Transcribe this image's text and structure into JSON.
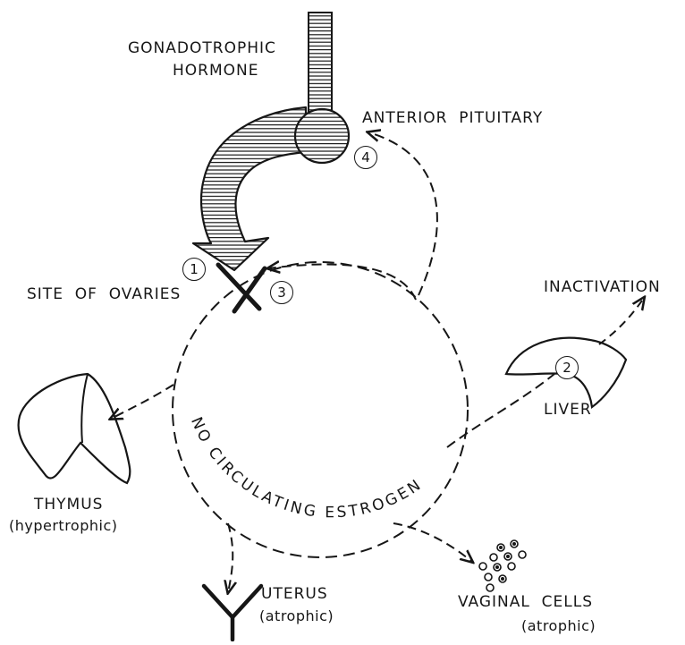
{
  "labels": {
    "gonadotrophic_line1": "GONADOTROPHIC",
    "gonadotrophic_line2": "HORMONE",
    "anterior_pituitary": "ANTERIOR  PITUITARY",
    "site_of_ovaries": "SITE  OF  OVARIES",
    "inactivation": "INACTIVATION",
    "liver": "LIVER",
    "thymus": "THYMUS",
    "thymus_state": "(hypertrophic)",
    "uterus": "UTERUS",
    "uterus_state": "(atrophic)",
    "vaginal_cells": "VAGINAL  CELLS",
    "vaginal_state": "(atrophic)",
    "circle_text": "NO CIRCULATING ESTROGEN"
  },
  "markers": {
    "m1": "1",
    "m2": "2",
    "m3": "3",
    "m4": "4"
  },
  "colors": {
    "ink": "#161616",
    "paper": "#ffffff"
  }
}
